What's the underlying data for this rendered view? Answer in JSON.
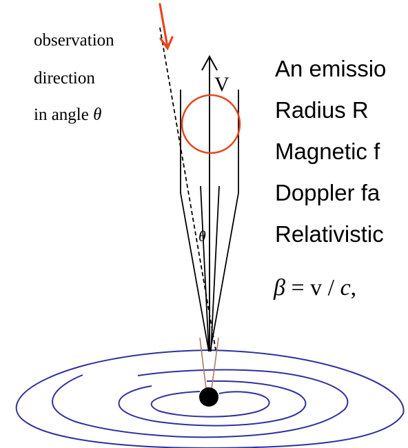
{
  "observation_label": {
    "line1": "observation",
    "line2": "direction",
    "line3_prefix": "in angle ",
    "theta": "θ"
  },
  "velocity_label": "V",
  "angle_label": "θ",
  "description_lines": [
    "An emissio",
    "Radius R",
    "Magnetic f",
    "Doppler fa",
    "Relativistic"
  ],
  "formula": {
    "beta": "β",
    "equals": " = v / ",
    "c": "c",
    "comma": ","
  },
  "colors": {
    "blob_outline": "#e8451c",
    "observation_arrow": "#e8451c",
    "disk": "#2f2fa0",
    "jet_base_lines": "#b07860",
    "black_hole": "#000000",
    "lines": "#000000"
  }
}
